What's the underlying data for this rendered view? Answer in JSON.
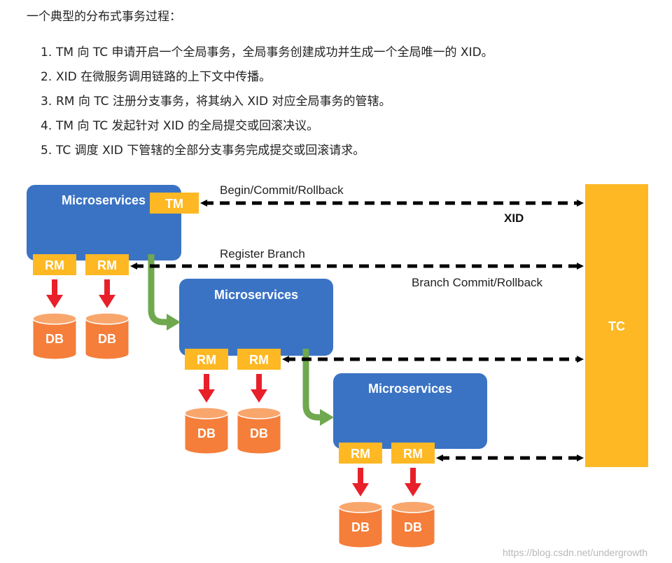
{
  "intro": "一个典型的分布式事务过程：",
  "steps": [
    {
      "num": "1.",
      "text": "TM 向 TC 申请开启一个全局事务，全局事务创建成功并生成一个全局唯一的 XID。"
    },
    {
      "num": "2.",
      "text": "XID 在微服务调用链路的上下文中传播。"
    },
    {
      "num": "3.",
      "text": "RM 向 TC 注册分支事务，将其纳入 XID 对应全局事务的管辖。"
    },
    {
      "num": "4.",
      "text": "TM 向 TC 发起针对 XID 的全局提交或回滚决议。"
    },
    {
      "num": "5.",
      "text": "TC 调度 XID 下管辖的全部分支事务完成提交或回滚请求。"
    }
  ],
  "diagram": {
    "microservice_label": "Microservices",
    "tm_label": "TM",
    "rm_label": "RM",
    "db_label": "DB",
    "tc_label": "TC",
    "edge_begin_commit_rollback": "Begin/Commit/Rollback",
    "edge_xid": "XID",
    "edge_register_branch": "Register Branch",
    "edge_branch_commit_rollback": "Branch Commit/Rollback"
  },
  "watermark": "https://blog.csdn.net/undergrowth",
  "colors": {
    "microservice": "#3a73c4",
    "yellow_box": "#fdb824",
    "db": "#f47e3a",
    "db_top": "#f9a66d",
    "red_arrow": "#e8202a",
    "green_arrow": "#6fa84e"
  }
}
